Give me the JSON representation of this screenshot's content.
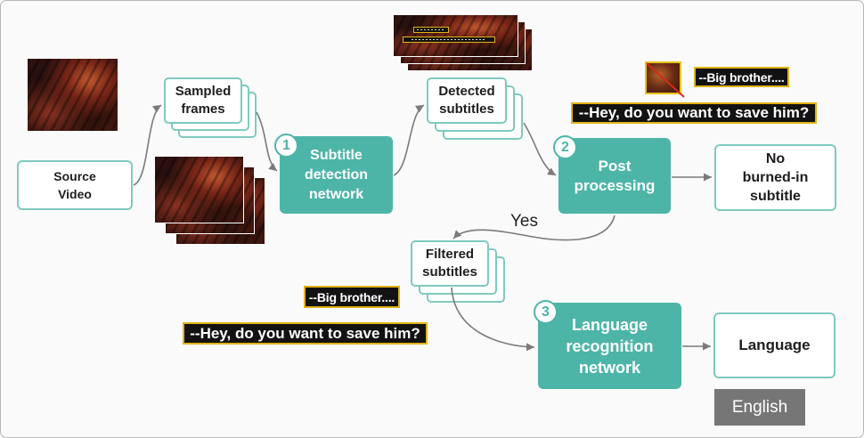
{
  "colors": {
    "teal": "#4db5a7",
    "teal_border": "#7fcabf",
    "arrow": "#7a7a7a",
    "subtitle_border": "#e0b319",
    "english_bg": "#767676"
  },
  "nodes": {
    "source_video": "Source\nVideo",
    "sampled_frames": "Sampled\nframes",
    "detection_network": {
      "step": "1",
      "label": "Subtitle\ndetection\nnetwork"
    },
    "detected_subtitles": "Detected\nsubtitles",
    "post_processing": {
      "step": "2",
      "label": "Post\nprocessing"
    },
    "no_subtitle": "No\nburned-in\nsubtitle",
    "filtered_subtitles": "Filtered\nsubtitles",
    "language_network": {
      "step": "3",
      "label": "Language\nrecognition\nnetwork"
    },
    "language": "Language"
  },
  "edge_labels": {
    "yes": "Yes"
  },
  "subtitle_samples": {
    "line1": "--Big brother....",
    "line2": "--Hey, do you want to save him?"
  },
  "output": {
    "language_result": "English"
  }
}
